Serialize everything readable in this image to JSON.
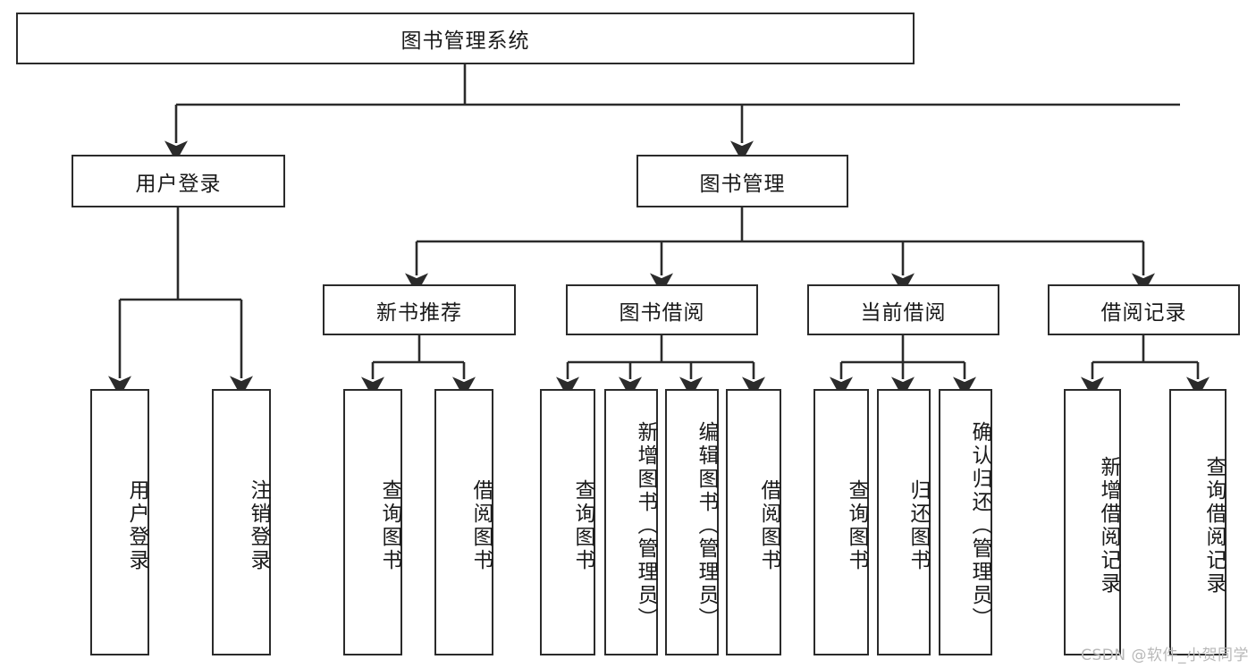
{
  "diagram": {
    "type": "tree",
    "title_text": "图书管理系统",
    "orientation": "top-down",
    "stroke_color": "#2b2b2b",
    "fill_color": "#ffffff",
    "background_color": "#ffffff",
    "nodes": {
      "root": {
        "label": "图书管理系统",
        "level": 0
      },
      "user_login": {
        "label": "用户登录",
        "level": 1
      },
      "book_manage": {
        "label": "图书管理",
        "level": 1
      },
      "new_book_rec": {
        "label": "新书推荐",
        "level": 2
      },
      "book_borrow": {
        "label": "图书借阅",
        "level": 2
      },
      "current_borrow": {
        "label": "当前借阅",
        "level": 2
      },
      "borrow_record": {
        "label": "借阅记录",
        "level": 2
      },
      "leaf_user_login": {
        "label": "用户登录",
        "level": 3
      },
      "leaf_logout": {
        "label": "注销登录",
        "level": 3
      },
      "leaf_query_book_1": {
        "label": "查询图书",
        "level": 3
      },
      "leaf_borrow_book_1": {
        "label": "借阅图书",
        "level": 3
      },
      "leaf_query_book_2": {
        "label": "查询图书",
        "level": 3
      },
      "leaf_add_book": {
        "label": "新增图书（管理员）",
        "level": 3
      },
      "leaf_edit_book": {
        "label": "编辑图书（管理员）",
        "level": 3
      },
      "leaf_borrow_book_2": {
        "label": "借阅图书",
        "level": 3
      },
      "leaf_query_book_3": {
        "label": "查询图书",
        "level": 3
      },
      "leaf_return_book": {
        "label": "归还图书",
        "level": 3
      },
      "leaf_confirm_return": {
        "label": "确认归还（管理员）",
        "level": 3
      },
      "leaf_add_record": {
        "label": "新增借阅记录",
        "level": 3
      },
      "leaf_query_record": {
        "label": "查询借阅记录",
        "level": 3
      }
    },
    "edges": [
      {
        "from": "root",
        "to": "user_login"
      },
      {
        "from": "root",
        "to": "book_manage"
      },
      {
        "from": "user_login",
        "to": "leaf_user_login"
      },
      {
        "from": "user_login",
        "to": "leaf_logout"
      },
      {
        "from": "book_manage",
        "to": "new_book_rec"
      },
      {
        "from": "book_manage",
        "to": "book_borrow"
      },
      {
        "from": "book_manage",
        "to": "current_borrow"
      },
      {
        "from": "book_manage",
        "to": "borrow_record"
      },
      {
        "from": "new_book_rec",
        "to": "leaf_query_book_1"
      },
      {
        "from": "new_book_rec",
        "to": "leaf_borrow_book_1"
      },
      {
        "from": "book_borrow",
        "to": "leaf_query_book_2"
      },
      {
        "from": "book_borrow",
        "to": "leaf_add_book"
      },
      {
        "from": "book_borrow",
        "to": "leaf_edit_book"
      },
      {
        "from": "book_borrow",
        "to": "leaf_borrow_book_2"
      },
      {
        "from": "current_borrow",
        "to": "leaf_query_book_3"
      },
      {
        "from": "current_borrow",
        "to": "leaf_return_book"
      },
      {
        "from": "current_borrow",
        "to": "leaf_confirm_return"
      },
      {
        "from": "borrow_record",
        "to": "leaf_add_record"
      },
      {
        "from": "borrow_record",
        "to": "leaf_query_record"
      }
    ]
  },
  "watermark": {
    "text": "CSDN @软件_小贺同学"
  }
}
